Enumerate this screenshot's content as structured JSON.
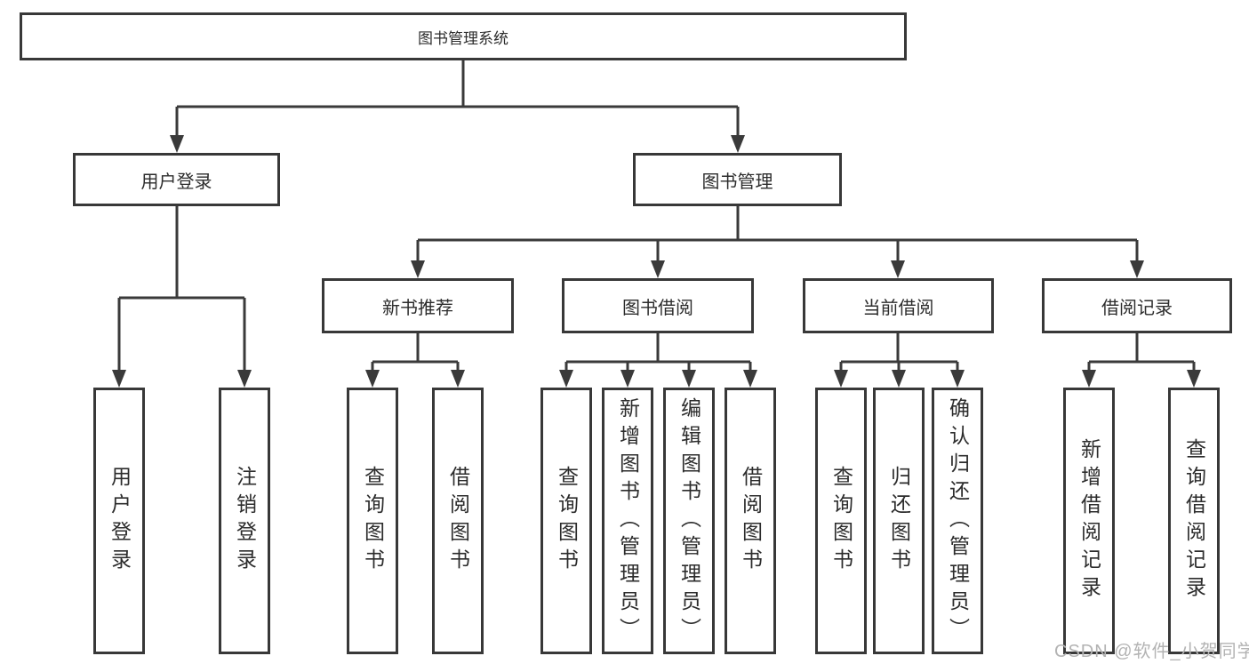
{
  "colors": {
    "line": "#3a3a3a",
    "border": "#383838",
    "text": "#2c2c2c",
    "watermark": "#b3b3b3",
    "background": "#ffffff"
  },
  "watermark": {
    "text": "CSDN @软件_小贺同学"
  },
  "tree": {
    "root": {
      "label": "图书管理系统"
    },
    "branches": [
      {
        "label": "用户登录",
        "children": [
          {
            "label": "用户登录"
          },
          {
            "label": "注销登录"
          }
        ]
      },
      {
        "label": "图书管理",
        "children": [
          {
            "label": "新书推荐",
            "children": [
              {
                "label": "查询图书"
              },
              {
                "label": "借阅图书"
              }
            ]
          },
          {
            "label": "图书借阅",
            "children": [
              {
                "label": "查询图书"
              },
              {
                "label": "新增图书（管理员）"
              },
              {
                "label": "编辑图书（管理员）"
              },
              {
                "label": "借阅图书"
              }
            ]
          },
          {
            "label": "当前借阅",
            "children": [
              {
                "label": "查询图书"
              },
              {
                "label": "归还图书"
              },
              {
                "label": "确认归还（管理员）"
              }
            ]
          },
          {
            "label": "借阅记录",
            "children": [
              {
                "label": "新增借阅记录"
              },
              {
                "label": "查询借阅记录"
              }
            ]
          }
        ]
      }
    ]
  }
}
